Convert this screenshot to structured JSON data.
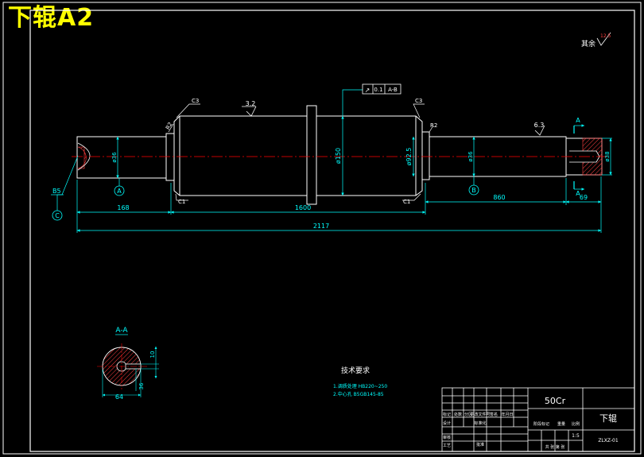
{
  "drawing_title": "下辊A2",
  "colors": {
    "background": "#000000",
    "outline": "#ffffff",
    "dimension": "#00ffff",
    "centerline": "#ff0000",
    "hatch": "#ff4040",
    "text": "#ffffff",
    "title_overlay": "#ffff00"
  },
  "dimensions": {
    "left_journal_length": "168",
    "body_length": "1600",
    "right_journal_length": "860",
    "end_length": "69",
    "overall_length": "2117",
    "body_diameter": "ø150",
    "right_dia": "ø92.5",
    "left_shaft_dia": "ø36",
    "journal_dia_b": "ø36",
    "end_dia": "ø38"
  },
  "chamfers": {
    "c3_left": "C3",
    "c3_right": "C3",
    "c1_bottom_left": "C1",
    "c1_bottom_right": "C1",
    "fillet_left": "R2",
    "fillet_right": "R2"
  },
  "roughness": {
    "body": "3.2",
    "journal": "6.3",
    "rest_label": "其余",
    "rest_value": "12.5"
  },
  "tolerance": {
    "symbol": "↗",
    "value": "0.1",
    "datum": "A-B"
  },
  "datums": {
    "a": "A",
    "b": "B",
    "c": "C",
    "center_hole": "B5"
  },
  "section": {
    "label": "A-A",
    "cut_mark": "A",
    "width_dim": "64",
    "key_dim": "10",
    "depth_dim": "36"
  },
  "tech_requirements": {
    "title": "技术要求",
    "items": [
      "1.调质处理 HB220~250",
      "2.中心孔 B5GB145-85"
    ]
  },
  "title_block": {
    "material": "50Cr",
    "part_name": "下辊",
    "drawing_no": "ZLXZ-01",
    "header_cells": [
      "标记",
      "处数",
      "分区",
      "更改文件号",
      "签名",
      "年月日"
    ],
    "row_labels": [
      "设计",
      "审核",
      "工艺"
    ],
    "std_label": "标准化",
    "approve_label": "批准",
    "stage_label": "阶段标记",
    "weight_label": "重量",
    "scale_label": "比例",
    "scale_value": "1:5",
    "sheet_label": "共 张 第 张"
  }
}
